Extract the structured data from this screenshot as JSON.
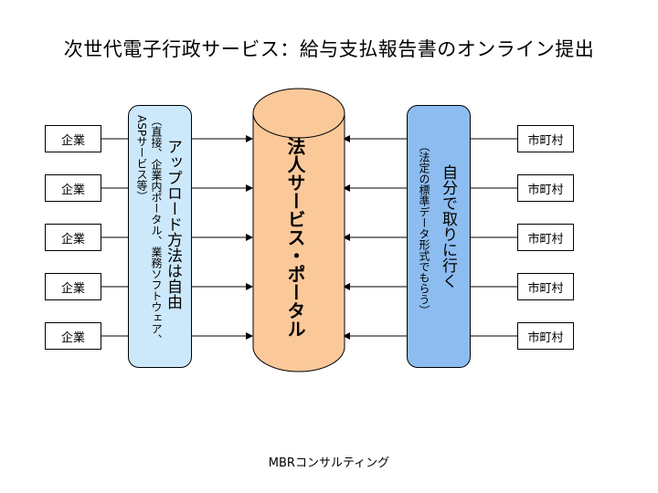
{
  "title": "次世代電子行政サービス：給与支払報告書のオンライン提出",
  "left_boxes": [
    "企業",
    "企業",
    "企業",
    "企業",
    "企業"
  ],
  "right_boxes": [
    "市町村",
    "市町村",
    "市町村",
    "市町村",
    "市町村"
  ],
  "left_panel": {
    "main": "アップロード方法は自由",
    "sub": "（直接、企業内ポータル、業務ソフトウェア、ASPサービス等）"
  },
  "center": {
    "label": "法人サービス・ポータル"
  },
  "right_panel": {
    "main": "自分で取りに行く",
    "sub": "（法定の標準データ形式でもらう）"
  },
  "footer": "MBRコンサルティング",
  "colors": {
    "left_panel": "#cce8fb",
    "right_panel": "#8dbdf0",
    "cylinder": "#fbc89a"
  }
}
